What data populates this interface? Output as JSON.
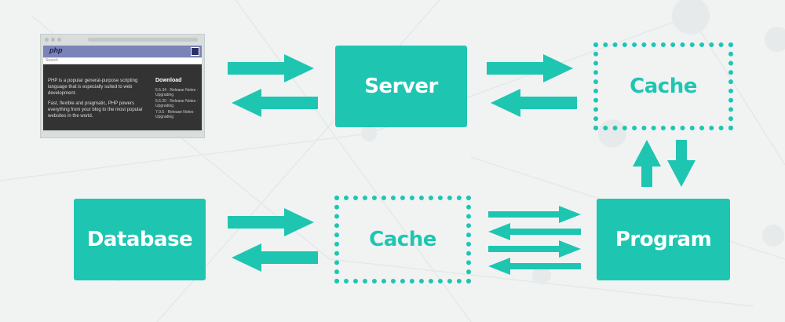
{
  "diagram": {
    "server_label": "Server",
    "cache_top_label": "Cache",
    "database_label": "Database",
    "cache_bottom_label": "Cache",
    "program_label": "Program"
  },
  "browser": {
    "logo": "php",
    "search_placeholder": "Search",
    "paragraph_1": "PHP is a popular general-purpose scripting language that is especially suited to web development.",
    "paragraph_2": "Fast, flexible and pragmatic, PHP powers everything from your blog to the most popular websites in the world.",
    "download_title": "Download",
    "versions": [
      {
        "version": "5.5.34",
        "notes": "· Release Notes ·",
        "upgrade": "Upgrading"
      },
      {
        "version": "5.6.20",
        "notes": "· Release Notes ·",
        "upgrade": "Upgrading"
      },
      {
        "version": "7.0.5",
        "notes": "· Release Notes ·",
        "upgrade": "Upgrading"
      }
    ]
  },
  "colors": {
    "accent": "#1ec6b2",
    "background": "#f1f3f3",
    "browser_header": "#7b84b8",
    "browser_content": "#333333"
  },
  "icons": [
    "arrow-right-icon",
    "arrow-left-icon",
    "arrow-up-icon",
    "arrow-down-icon",
    "menu-icon"
  ]
}
